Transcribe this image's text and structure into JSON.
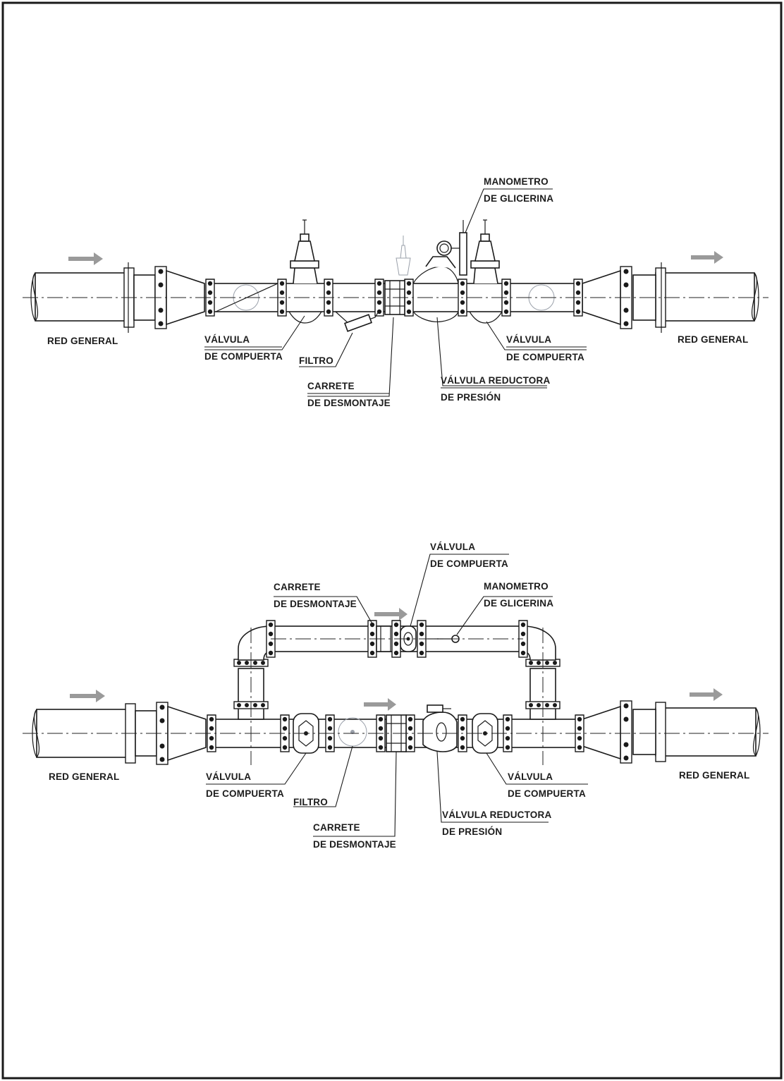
{
  "diagram1": {
    "labels": {
      "red_general_left": "RED GENERAL",
      "red_general_right": "RED GENERAL",
      "valvula_left_l1": "VÁLVULA",
      "valvula_left_l2": "DE COMPUERTA",
      "filtro": "FILTRO",
      "carrete_l1": "CARRETE",
      "carrete_l2": "DE DESMONTAJE",
      "reductora_l1": "VÁLVULA REDUCTORA",
      "reductora_l2": "DE PRESIÓN",
      "manometro_l1": "MANOMETRO",
      "manometro_l2": "DE GLICERINA",
      "valvula_right_l1": "VÁLVULA",
      "valvula_right_l2": "DE COMPUERTA"
    }
  },
  "diagram2": {
    "labels": {
      "red_general_left": "RED GENERAL",
      "red_general_right": "RED GENERAL",
      "valvula_top_l1": "VÁLVULA",
      "valvula_top_l2": "DE COMPUERTA",
      "carrete_top_l1": "CARRETE",
      "carrete_top_l2": "DE DESMONTAJE",
      "manometro_l1": "MANOMETRO",
      "manometro_l2": "DE GLICERINA",
      "valvula_left_l1": "VÁLVULA",
      "valvula_left_l2": "DE COMPUERTA",
      "filtro": "FILTRO",
      "carrete_l1": "CARRETE",
      "carrete_l2": "DE DESMONTAJE",
      "reductora_l1": "VÁLVULA REDUCTORA",
      "reductora_l2": "DE PRESIÓN",
      "valvula_right_l1": "VÁLVULA",
      "valvula_right_l2": "DE COMPUERTA"
    }
  },
  "colors": {
    "line": "#1a1a1a",
    "flow_arrow": "#9a9a9a",
    "border": "#1a1a1a"
  }
}
